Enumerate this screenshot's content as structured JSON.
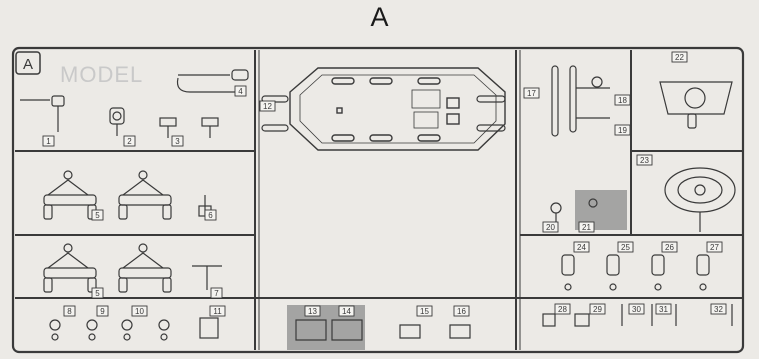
{
  "sprue": {
    "title": "A",
    "watermark": "MODEL",
    "corner_letter": "A",
    "part_numbers": [
      "1",
      "2",
      "3",
      "4",
      "5",
      "5",
      "6",
      "7",
      "8",
      "9",
      "10",
      "11",
      "12",
      "13",
      "14",
      "15",
      "16",
      "17",
      "18",
      "19",
      "20",
      "21",
      "22",
      "23",
      "24",
      "25",
      "26",
      "27",
      "28",
      "29",
      "30",
      "31",
      "32"
    ],
    "colors": {
      "line": "#3a3a3a",
      "background": "#eceae6",
      "highlight": "#8c8c8c",
      "sprue_fill": "#f4f3f0"
    }
  }
}
